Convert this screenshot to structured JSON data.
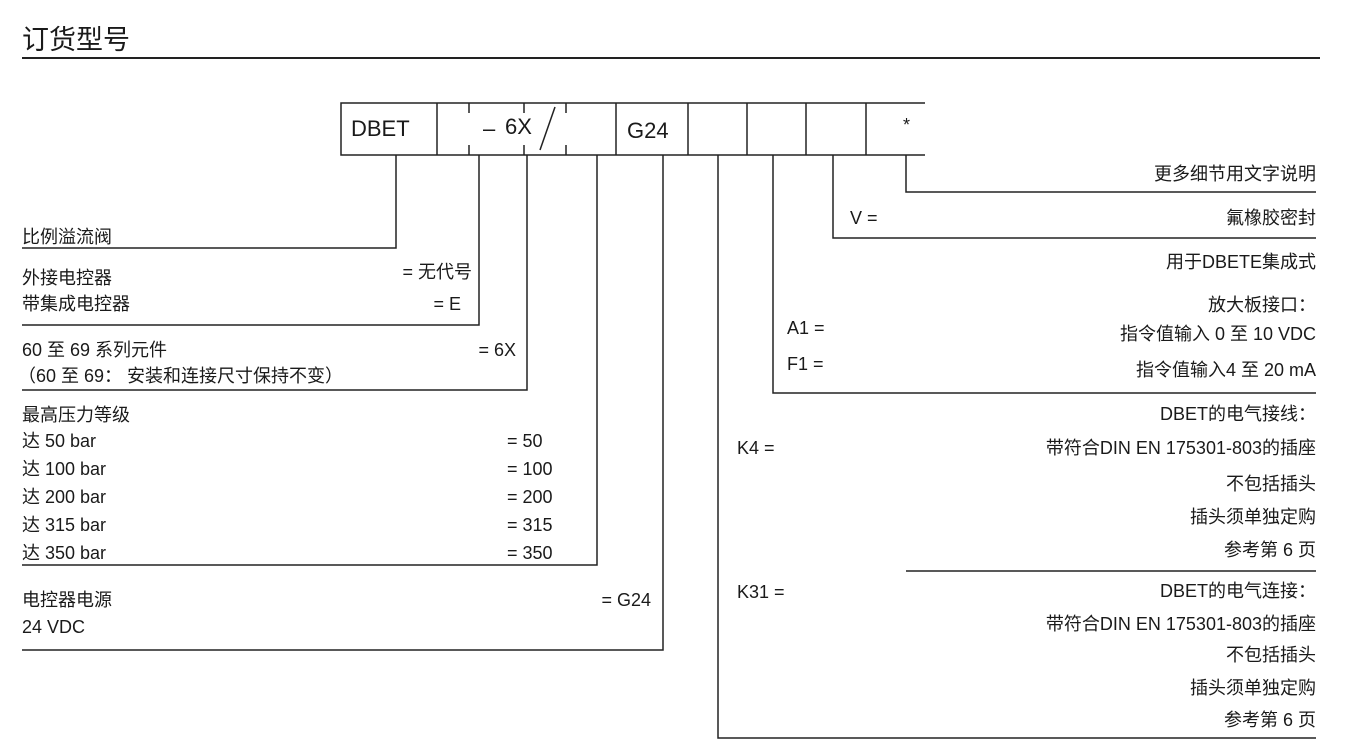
{
  "title": "订货型号",
  "code_boxes": {
    "c1": "DBET",
    "c2_dash": "–",
    "c2": "6X",
    "c3": "G24",
    "c_last": "*"
  },
  "left": {
    "valve": "比例溢流阀",
    "ext_ctrl": "外接电控器",
    "ext_ctrl_code": "= 无代号",
    "int_ctrl": "带集成电控器",
    "int_ctrl_code": "= E",
    "series": "60 至 69 系列元件",
    "series_code": "= 6X",
    "series_note": "（60 至 69： 安装和连接尺寸保持不变）",
    "pressure_title": "最高压力等级",
    "pressures": [
      {
        "label": "达 50 bar",
        "code": "= 50"
      },
      {
        "label": "达 100 bar",
        "code": "= 100"
      },
      {
        "label": "达 200 bar",
        "code": "= 200"
      },
      {
        "label": "达 315 bar",
        "code": "= 315"
      },
      {
        "label": "达 350 bar",
        "code": "= 350"
      }
    ],
    "power": "电控器电源",
    "power_code": "= G24",
    "power_value": "24 VDC"
  },
  "right": {
    "details": "更多细节用文字说明",
    "seal_code": "V =",
    "seal": "氟橡胶密封",
    "integrated": "用于DBETE集成式",
    "amp_title": "放大板接口：",
    "a1_code": "A1 =",
    "a1": "指令值输入 0 至 10 VDC",
    "f1_code": "F1 =",
    "f1": "指令值输入4 至 20 mA",
    "k4_title": "DBET的电气接线：",
    "k4_code": "K4 =",
    "k4_lines": [
      "带符合DIN EN 175301-803的插座",
      "不包括插头",
      "插头须单独定购",
      "参考第 6 页"
    ],
    "k31_title": "DBET的电气连接：",
    "k31_code": "K31 =",
    "k31_lines": [
      "带符合DIN EN 175301-803的插座",
      "不包括插头",
      "插头须单独定购",
      "参考第 6 页"
    ]
  }
}
